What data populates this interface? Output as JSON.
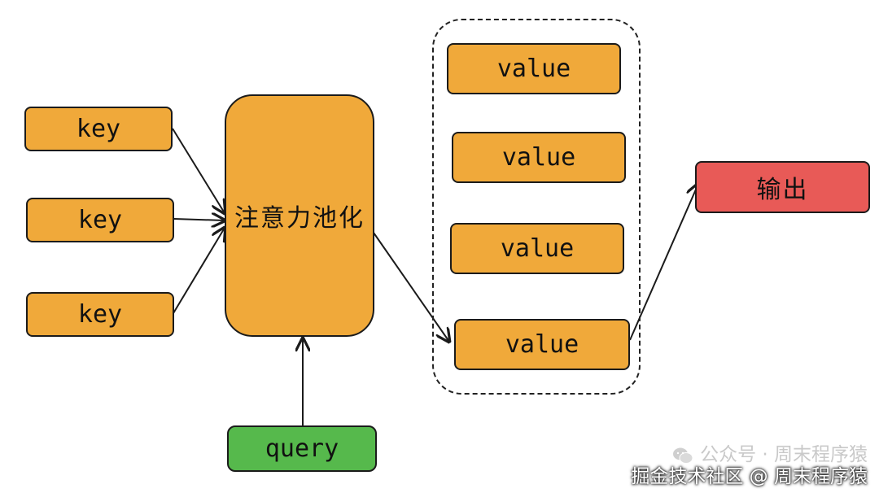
{
  "diagram": {
    "keys": [
      "key",
      "key",
      "key"
    ],
    "pool_label": "注意力池化",
    "query_label": "query",
    "values": [
      "value",
      "value",
      "value",
      "value"
    ],
    "output_label": "输出"
  },
  "watermark": {
    "line1": "公众号 · 周末程序猿",
    "line2": "掘金技术社区 @ 周末程序猿"
  },
  "colors": {
    "box_orange": "#f0a93a",
    "query_green": "#56b94c",
    "output_red": "#e85a57",
    "stroke": "#1b1b1b"
  }
}
